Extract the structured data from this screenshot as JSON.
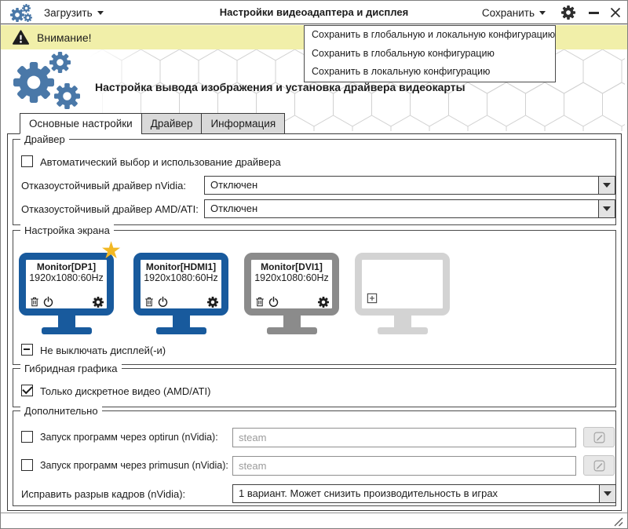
{
  "colors": {
    "accent_logo_blue": "#4a78a8",
    "monitor_blue": "#185a9d",
    "monitor_gray": "#8b8b8b",
    "monitor_placeholder": "#d3d3d3",
    "warning_bg": "#f1efa9",
    "star_gold": "#f2b824",
    "inactive_tab_bg": "#d9d9d9"
  },
  "icons": {
    "app_logo": "gears",
    "load_caret": "chevron-down",
    "save_caret": "chevron-down",
    "settings": "gear",
    "minimize": "minus",
    "close": "x",
    "warning": "warning-triangle",
    "primary_display": "star",
    "monitor_delete": "trash",
    "monitor_power": "power",
    "monitor_settings": "gear",
    "add_display": "plus-square",
    "edit_command": "pencil-square",
    "combo_arrow": "triangle-down",
    "resize": "diagonal-grip"
  },
  "topbar": {
    "load_label": "Загрузить",
    "title": "Настройки видеоадаптера и дисплея",
    "save_label": "Сохранить"
  },
  "warning_bar": {
    "text": "Внимание!"
  },
  "save_menu": {
    "items": [
      "Сохранить в глобальную и локальную конфигурацию",
      "Сохранить в глобальную конфигурацию",
      "Сохранить в локальную конфигурацию"
    ]
  },
  "header": {
    "subtitle": "Настройка вывода изображения и установка драйвера видеокарты"
  },
  "tabs": {
    "main": "Основные настройки",
    "driver": "Драйвер",
    "info": "Информация"
  },
  "driver_group": {
    "legend": "Драйвер",
    "auto_checkbox_label": "Автоматический выбор и использование драйвера",
    "auto_checked": false,
    "nvidia_label": "Отказоустойчивый драйвер nVidia:",
    "nvidia_value": "Отключен",
    "amd_label": "Отказоустойчивый драйвер AMD/ATI:",
    "amd_value": "Отключен"
  },
  "screen_group": {
    "legend": "Настройка экрана",
    "monitors": [
      {
        "name": "Monitor[DP1]",
        "mode": "1920x1080:60Hz",
        "state": "active-blue",
        "primary": true
      },
      {
        "name": "Monitor[HDMI1]",
        "mode": "1920x1080:60Hz",
        "state": "active-blue",
        "primary": false
      },
      {
        "name": "Monitor[DVI1]",
        "mode": "1920x1080:60Hz",
        "state": "inactive-gray",
        "primary": false
      },
      {
        "name": "",
        "mode": "",
        "state": "empty-placeholder",
        "primary": false
      }
    ],
    "keep_on_label": "Не выключать дисплей(-и)",
    "keep_on_state": "indeterminate"
  },
  "hybrid_group": {
    "legend": "Гибридная графика",
    "discrete_label": "Только дискретное видео (AMD/ATI)",
    "discrete_checked": true
  },
  "extra_group": {
    "legend": "Дополнительно",
    "optirun_label": "Запуск программ через optirun (nVidia):",
    "optirun_checked": false,
    "optirun_value": "steam",
    "primusun_label": "Запуск программ через primusun (nVidia):",
    "primusun_checked": false,
    "primusun_value": "steam",
    "tear_label": "Исправить разрыв кадров (nVidia):",
    "tear_value": "1 вариант. Может снизить производительность в играх"
  }
}
